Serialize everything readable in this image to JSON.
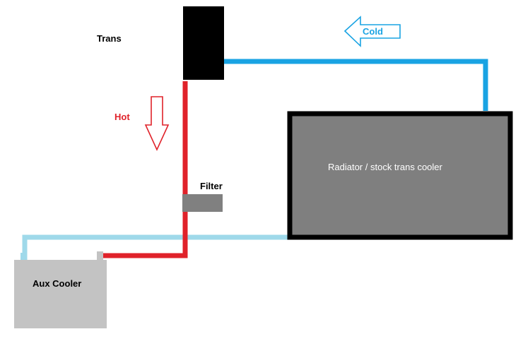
{
  "labels": {
    "trans": "Trans",
    "hot": "Hot",
    "cold": "Cold",
    "filter": "Filter",
    "radiator": "Radiator / stock trans cooler",
    "aux_cooler": "Aux Cooler"
  },
  "colors": {
    "hot_line": "#e0222a",
    "cold_line": "#19a3e3",
    "return_line": "#9fd9ea",
    "trans_block": "#000000",
    "filter_block": "#808080",
    "radiator_fill": "#7f7f7f",
    "radiator_border": "#000000",
    "aux_cooler_fill": "#c3c3c3",
    "hot_text": "#e0222a",
    "cold_text": "#19a3e3"
  }
}
